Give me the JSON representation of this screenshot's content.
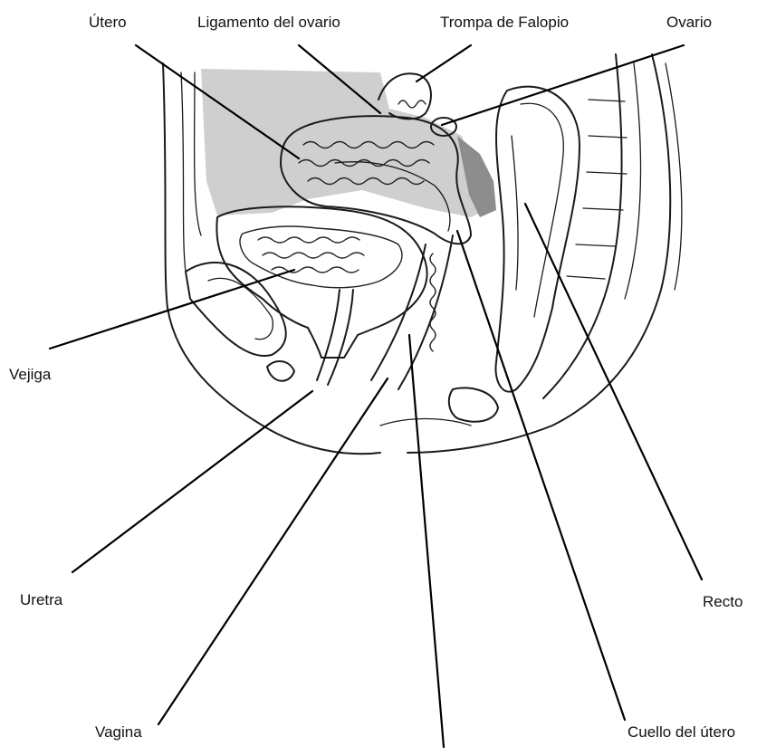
{
  "labels": {
    "utero": "Útero",
    "ligamento": "Ligamento del ovario",
    "trompa": "Trompa de Falopio",
    "ovario": "Ovario",
    "vejiga": "Vejiga",
    "uretra": "Uretra",
    "recto": "Recto",
    "vagina": "Vagina",
    "cuello": "Cuello del útero"
  },
  "colors": {
    "ink": "#1a1a1a",
    "shading": "#c9c9c9",
    "dark_shading": "#8a8a8a",
    "background": "#ffffff"
  }
}
